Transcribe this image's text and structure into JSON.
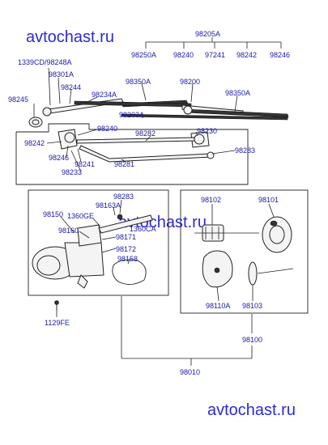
{
  "watermark": {
    "text": "avtochast.ru"
  },
  "parts": {
    "p98205A": "98205A",
    "p98250A": "98250A",
    "p98240a": "98240",
    "p97241": "97241",
    "p98242a": "98242",
    "p98246a": "98246",
    "p1339CD": "1339CD/98248A",
    "p98301A": "98301A",
    "p98244": "98244",
    "p98234A": "98234A",
    "p98350Aa": "98350A",
    "p98200": "98200",
    "p98350Ab": "98350A",
    "p98245": "98245",
    "p98203A": "98203A",
    "p98240b": "98240",
    "p98282": "98282",
    "p98230": "98230",
    "p98242b": "98242",
    "p98283a": "98283",
    "p98246b": "98246",
    "p98241": "98241",
    "p98281": "98281",
    "p98233": "98233",
    "p98283b": "98283",
    "p98163A": "98163A",
    "p98150": "98150",
    "p1360GE": "1360GE",
    "p1360CA": "1360CA",
    "p98160": "98160",
    "p98171": "98171",
    "p98172": "98172",
    "p98158": "98158",
    "p98102": "98102",
    "p98101": "98101",
    "p98110A": "98110A",
    "p98103": "98103",
    "p98100": "98100",
    "p1129FE": "1129FE",
    "p98010": "98010"
  }
}
